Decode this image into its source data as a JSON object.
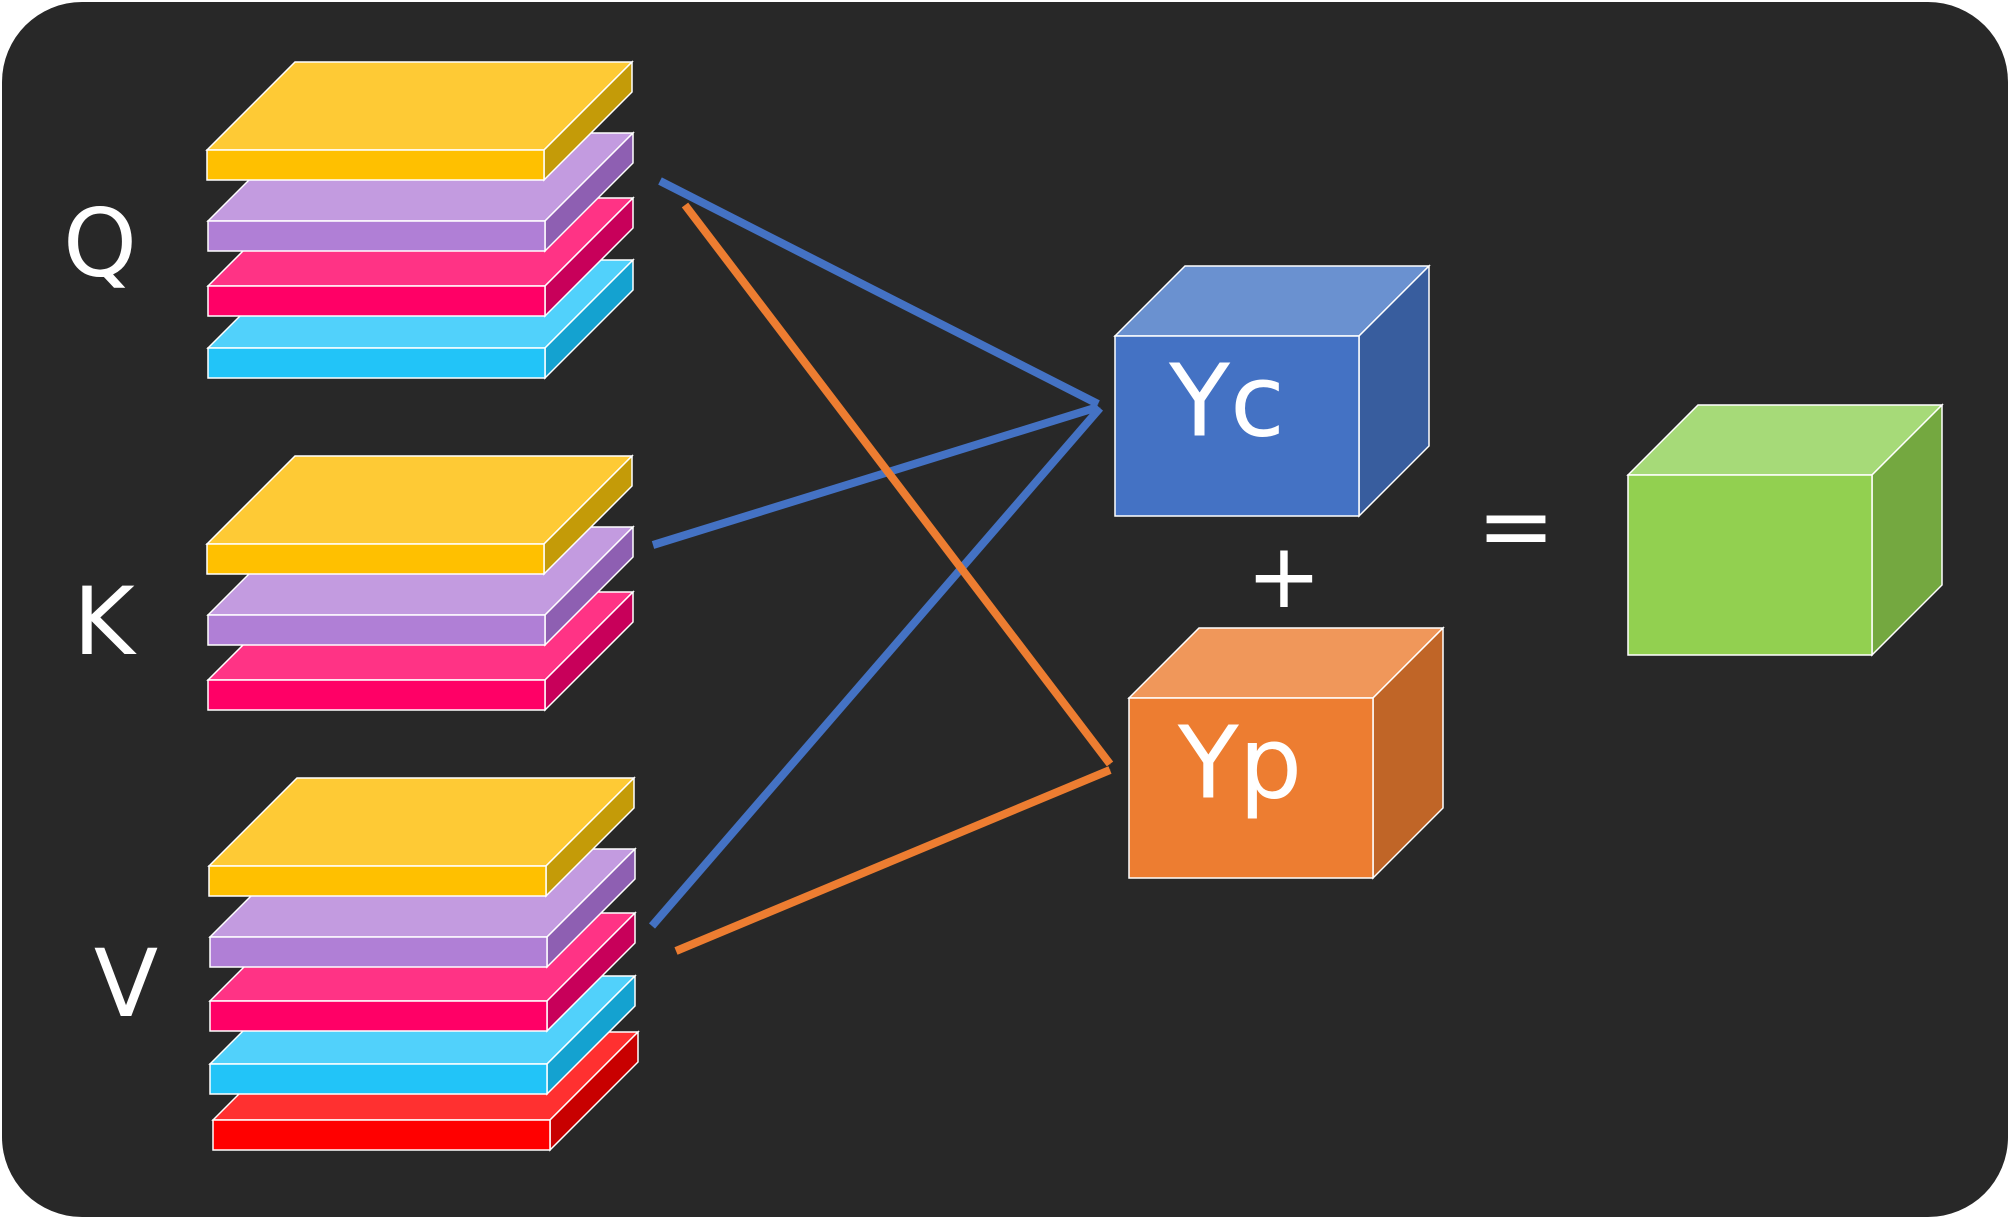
{
  "diagram": {
    "background": "#282828",
    "labels": {
      "q": "Q",
      "k": "K",
      "v": "V",
      "plus": "+",
      "equals": "="
    },
    "boxes": {
      "yc": {
        "label": "Yc",
        "front": "#4472C4",
        "top": "#6A91D0",
        "side": "#385D9E"
      },
      "yp": {
        "label": "Yp",
        "front": "#ED7D31",
        "top": "#F0975A",
        "side": "#C06527"
      },
      "result": {
        "label": "",
        "front": "#92D050",
        "top": "#A6DA78",
        "side": "#74A840"
      }
    },
    "layer_colors": {
      "yellow": {
        "top": "#FECA35",
        "front": "#FFC000",
        "side": "#C49B08"
      },
      "purple": {
        "top": "#C39BE0",
        "front": "#B07FD6",
        "side": "#8E5FB2"
      },
      "pink": {
        "top": "#FF3385",
        "front": "#FF0066",
        "side": "#C8005A"
      },
      "cyan": {
        "top": "#51D1FB",
        "front": "#22C4F8",
        "side": "#14A2D0"
      },
      "red": {
        "top": "#FF3030",
        "front": "#FF0000",
        "side": "#C80000"
      }
    },
    "stacks": {
      "q": [
        "yellow",
        "purple",
        "pink",
        "cyan"
      ],
      "k": [
        "yellow",
        "purple",
        "pink"
      ],
      "v": [
        "yellow",
        "purple",
        "pink",
        "cyan",
        "red"
      ]
    },
    "arrow_colors": {
      "blue": "#4472C4",
      "orange": "#ED7D31"
    }
  }
}
